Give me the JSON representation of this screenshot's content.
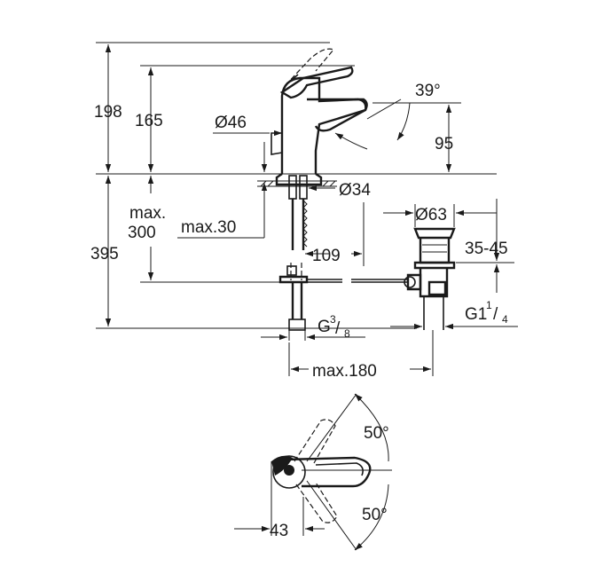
{
  "dimensions": {
    "total_height": "198",
    "spout_height": "165",
    "angle_lever": "39°",
    "spout_offset": "95",
    "spout_diameter": "Ø46",
    "base_diameter": "Ø34",
    "drain_diameter": "Ø63",
    "max_thickness": "max.30",
    "max_label": "max.",
    "max_depth": "300",
    "lower_height": "395",
    "drain_distance": "109",
    "drain_range": "35-45",
    "connection_main": "G",
    "connection_sup": "3",
    "connection_sub": "8",
    "drain_thread_main": "G1",
    "drain_thread_sup": "1",
    "drain_thread_sub": "4",
    "max_reach": "max.180",
    "rotation_top": "50°",
    "rotation_bottom": "50°",
    "lever_offset": "43"
  }
}
